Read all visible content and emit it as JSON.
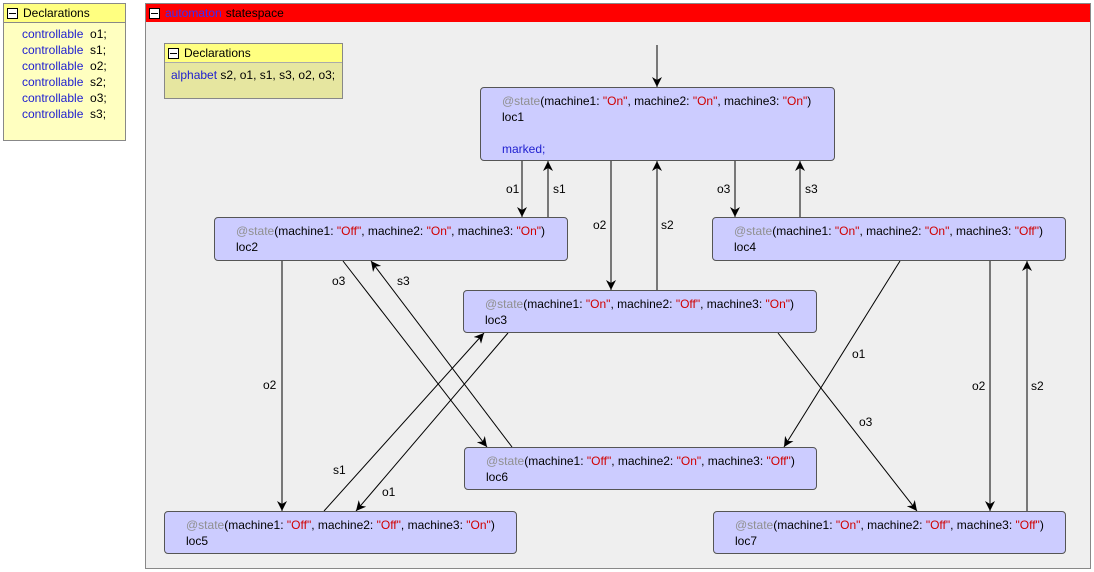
{
  "global_declarations": {
    "title": "Declarations",
    "keyword": "controllable",
    "events": [
      "o1;",
      "s1;",
      "o2;",
      "s2;",
      "o3;",
      "s3;"
    ]
  },
  "automaton": {
    "keyword": "automaton",
    "name": "statespace",
    "declarations": {
      "title": "Declarations",
      "keyword": "alphabet",
      "value": "s2, o1, s1, s3, o2, o3;"
    }
  },
  "locations": {
    "loc1": {
      "anno": "@state",
      "m1": "\"On\"",
      "m2": "\"On\"",
      "m3": "\"On\"",
      "name": "loc1",
      "marked": "marked;"
    },
    "loc2": {
      "anno": "@state",
      "m1": "\"Off\"",
      "m2": "\"On\"",
      "m3": "\"On\"",
      "name": "loc2"
    },
    "loc3": {
      "anno": "@state",
      "m1": "\"On\"",
      "m2": "\"Off\"",
      "m3": "\"On\"",
      "name": "loc3"
    },
    "loc4": {
      "anno": "@state",
      "m1": "\"On\"",
      "m2": "\"On\"",
      "m3": "\"Off\"",
      "name": "loc4"
    },
    "loc5": {
      "anno": "@state",
      "m1": "\"Off\"",
      "m2": "\"Off\"",
      "m3": "\"On\"",
      "name": "loc5"
    },
    "loc6": {
      "anno": "@state",
      "m1": "\"Off\"",
      "m2": "\"On\"",
      "m3": "\"Off\"",
      "name": "loc6"
    },
    "loc7": {
      "anno": "@state",
      "m1": "\"On\"",
      "m2": "\"Off\"",
      "m3": "\"Off\"",
      "name": "loc7"
    }
  },
  "state_text": {
    "open": "(machine1: ",
    "sep2": ", machine2: ",
    "sep3": ", machine3: ",
    "close": ")"
  },
  "edge_labels": {
    "loc1_loc2": "o1",
    "loc2_loc1": "s1",
    "loc1_loc3": "o2",
    "loc3_loc1": "s2",
    "loc1_loc4": "o3",
    "loc4_loc1": "s3",
    "loc2_loc6": "o3",
    "loc6_loc2": "s3",
    "loc2_loc5": "o2",
    "loc3_loc5": "o1",
    "loc5_loc3": "s1",
    "loc3_loc7": "o3",
    "loc4_loc6": "o1",
    "loc4_loc7": "o2",
    "loc7_loc4": "s2"
  }
}
